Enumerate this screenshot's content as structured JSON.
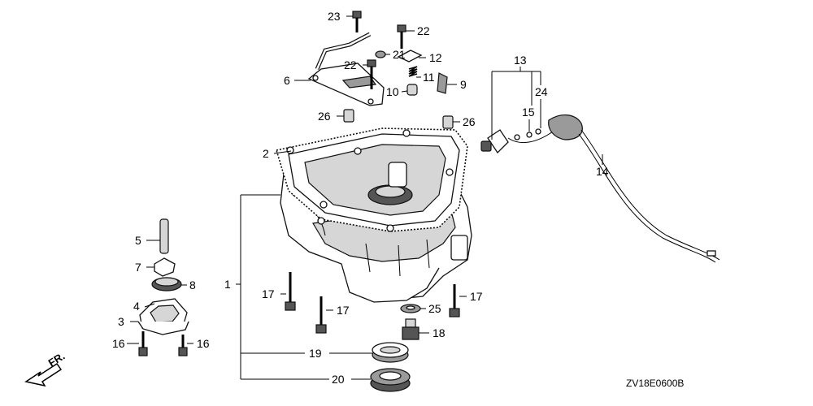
{
  "diagram": {
    "code": "ZV18E0600B",
    "direction": "FR.",
    "callouts": [
      {
        "key": "c1",
        "text": "1"
      },
      {
        "key": "c2",
        "text": "2"
      },
      {
        "key": "c3",
        "text": "3"
      },
      {
        "key": "c4",
        "text": "4"
      },
      {
        "key": "c5",
        "text": "5"
      },
      {
        "key": "c6",
        "text": "6"
      },
      {
        "key": "c7",
        "text": "7"
      },
      {
        "key": "c8",
        "text": "8"
      },
      {
        "key": "c9",
        "text": "9"
      },
      {
        "key": "c10",
        "text": "10"
      },
      {
        "key": "c11",
        "text": "11"
      },
      {
        "key": "c12",
        "text": "12"
      },
      {
        "key": "c13",
        "text": "13"
      },
      {
        "key": "c14",
        "text": "14"
      },
      {
        "key": "c15",
        "text": "15"
      },
      {
        "key": "c16a",
        "text": "16"
      },
      {
        "key": "c16b",
        "text": "16"
      },
      {
        "key": "c17a",
        "text": "17"
      },
      {
        "key": "c17b",
        "text": "17"
      },
      {
        "key": "c17c",
        "text": "17"
      },
      {
        "key": "c18",
        "text": "18"
      },
      {
        "key": "c19",
        "text": "19"
      },
      {
        "key": "c20",
        "text": "20"
      },
      {
        "key": "c21",
        "text": "21"
      },
      {
        "key": "c22a",
        "text": "22"
      },
      {
        "key": "c22b",
        "text": "22"
      },
      {
        "key": "c23",
        "text": "23"
      },
      {
        "key": "c24",
        "text": "24"
      },
      {
        "key": "c25",
        "text": "25"
      },
      {
        "key": "c26a",
        "text": "26"
      },
      {
        "key": "c26b",
        "text": "26"
      }
    ]
  }
}
